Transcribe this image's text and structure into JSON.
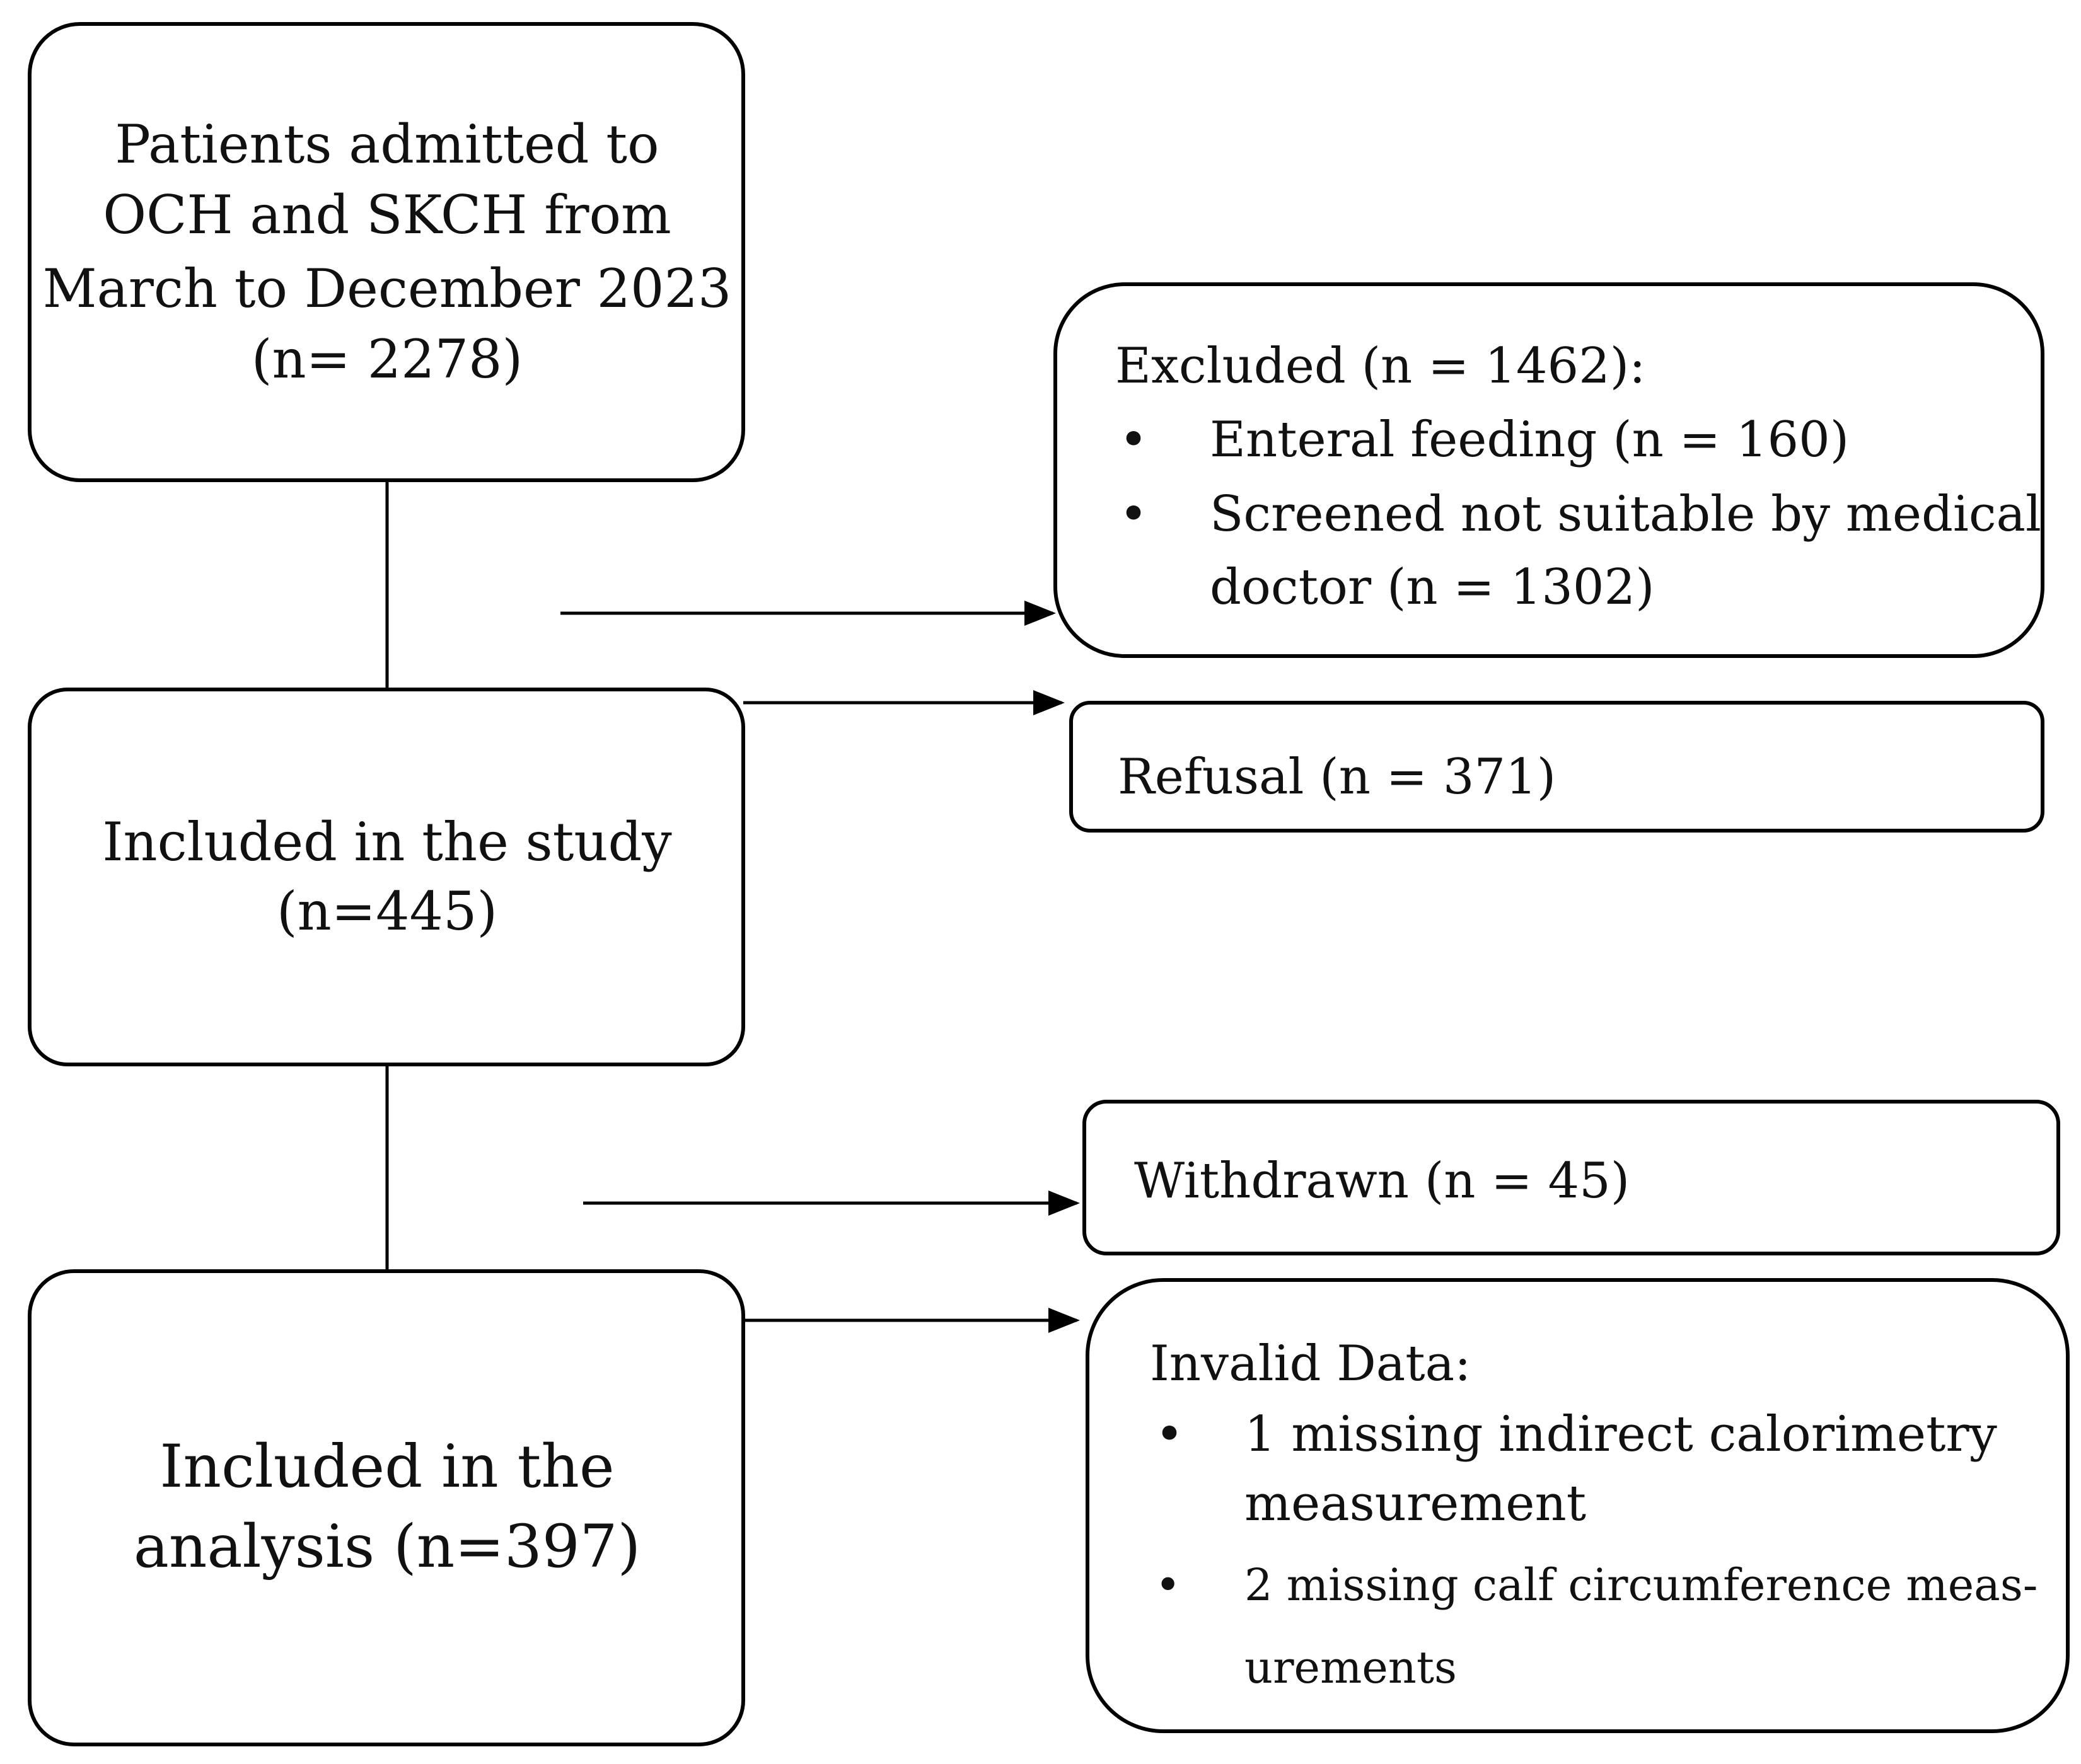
{
  "boxes": {
    "admitted": {
      "lines": [
        "Patients admitted to",
        "OCH and SKCH from",
        "March to December 2023",
        "(n= 2278)"
      ]
    },
    "included_study": {
      "lines": [
        "Included in the study",
        "(n=445)"
      ]
    },
    "included_analysis": {
      "lines": [
        "Included in the",
        "analysis (n=397)"
      ]
    },
    "excluded": {
      "title": "Excluded (n = 1462):",
      "bullets": [
        {
          "lines": [
            "Enteral feeding (n = 160)"
          ]
        },
        {
          "lines": [
            "Screened not suitable by medical",
            "doctor (n = 1302)"
          ]
        }
      ]
    },
    "refusal": {
      "text": "Refusal (n = 371)"
    },
    "withdrawn": {
      "text": "Withdrawn (n = 45)"
    },
    "invalid": {
      "title": "Invalid Data:",
      "bullets": [
        {
          "lines": [
            "1 missing indirect calorimetry",
            "measurement"
          ]
        },
        {
          "lines": [
            "2 missing calf circumference meas-",
            "urements"
          ]
        }
      ]
    },
    "bullet_char": "•"
  }
}
